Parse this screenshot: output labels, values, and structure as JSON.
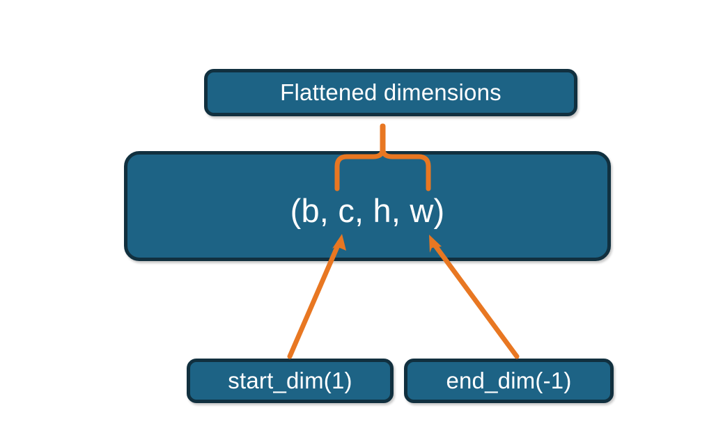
{
  "diagram": {
    "title": "Flatten dimensions diagram",
    "colors": {
      "box_fill": "#1d6385",
      "box_border": "#11303f",
      "accent_orange": "#e87722",
      "text": "#ffffff",
      "background": "#ffffff"
    },
    "nodes": {
      "flattened": {
        "label": "Flattened dimensions"
      },
      "shape": {
        "label": "(b, c, h, w)"
      },
      "start_dim": {
        "label": "start_dim(1)"
      },
      "end_dim": {
        "label": "end_dim(-1)"
      }
    },
    "connectors": {
      "brace": {
        "name": "curly-brace-up",
        "spans_label": "(b, c, h, w)",
        "points_to": "Flattened dimensions"
      },
      "arrow_start_dim": {
        "name": "arrow-up-right",
        "from": "start_dim(1)",
        "to": "(b, c, h, w)"
      },
      "arrow_end_dim": {
        "name": "arrow-up-left",
        "from": "end_dim(-1)",
        "to": "(b, c, h, w)"
      }
    }
  }
}
